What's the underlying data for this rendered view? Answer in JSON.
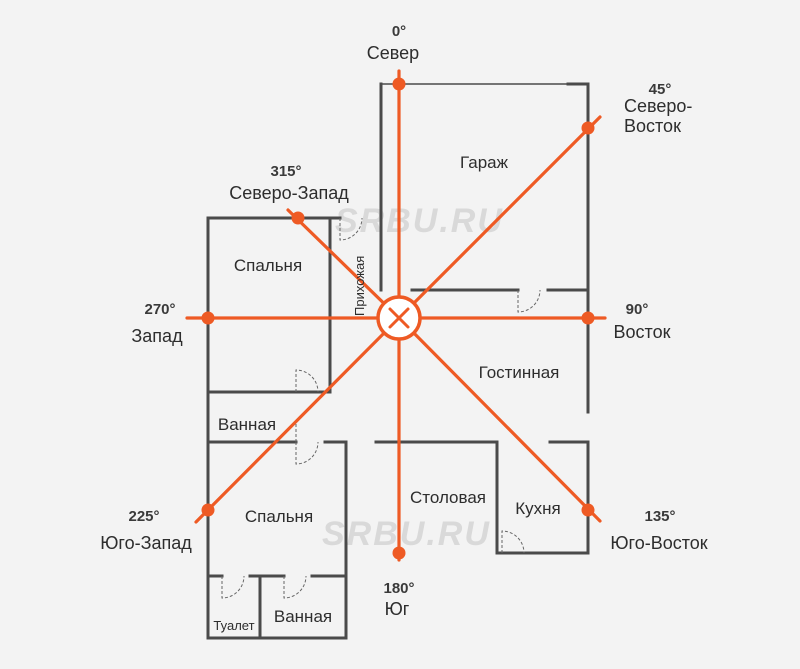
{
  "colors": {
    "accent": "#ee5a24",
    "wall": "#4a4a4a",
    "background": "#f3f3f3"
  },
  "watermark": "SRBU.RU",
  "compass": {
    "center_icon": "compass-center-x-icon",
    "directions": {
      "north": {
        "degree": "0°",
        "label": "Север"
      },
      "northeast": {
        "degree": "45°",
        "label_line1": "Северо-",
        "label_line2": "Восток"
      },
      "east": {
        "degree": "90°",
        "label": "Восток"
      },
      "southeast": {
        "degree": "135°",
        "label": "Юго-Восток"
      },
      "south": {
        "degree": "180°",
        "label": "Юг"
      },
      "southwest": {
        "degree": "225°",
        "label": "Юго-Запад"
      },
      "west": {
        "degree": "270°",
        "label": "Запад"
      },
      "northwest": {
        "degree": "315°",
        "label": "Северо-Запад"
      }
    }
  },
  "rooms": {
    "garage": "Гараж",
    "bedroom_top": "Спальня",
    "hallway": "Прихожая",
    "living_room": "Гостинная",
    "bathroom_left": "Ванная",
    "bedroom_bottom": "Спальня",
    "dining_room": "Столовая",
    "kitchen": "Кухня",
    "toilet": "Туалет",
    "bathroom_bottom": "Ванная"
  }
}
